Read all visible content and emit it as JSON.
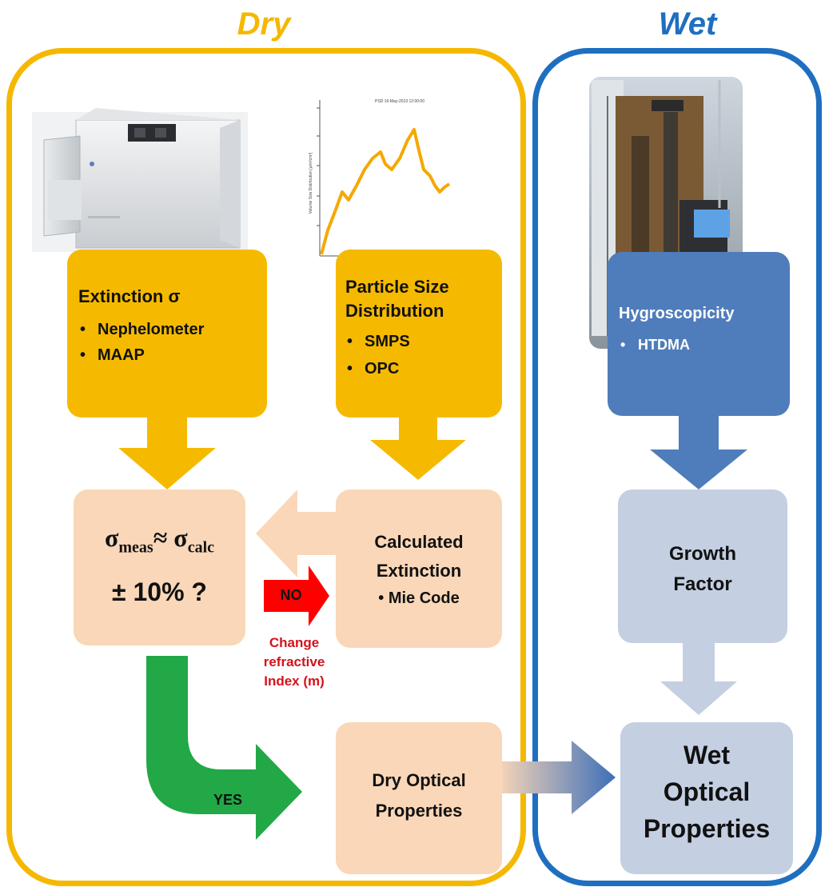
{
  "titles": {
    "dry": "Dry",
    "wet": "Wet"
  },
  "colors": {
    "dry_frame": "#F5B800",
    "wet_frame": "#1F6FC0",
    "dry_box": "#F5BA00",
    "peach_box": "#FAD7B8",
    "wet_box": "#4F7DBB",
    "light_blue_box": "#C4CFE2",
    "yes_arrow": "#22A847",
    "no_arrow": "#FF0000",
    "no_text": "#D4121B"
  },
  "boxes": {
    "extinction": {
      "title": "Extinction σ",
      "items": [
        "Nephelometer",
        "MAAP"
      ]
    },
    "psd": {
      "title_line1": "Particle Size",
      "title_line2": "Distribution",
      "items": [
        "SMPS",
        "OPC"
      ]
    },
    "hygro": {
      "title": "Hygroscopicity",
      "items": [
        "HTDMA"
      ]
    },
    "compare": {
      "sigma_meas": "σ",
      "meas_sub": "meas",
      "approx": "≈ ",
      "sigma_calc": "σ",
      "calc_sub": "calc",
      "tolerance": "± 10% ?"
    },
    "calc_ext": {
      "line1": "Calculated",
      "line2": "Extinction",
      "items": [
        "Mie Code"
      ]
    },
    "growth": {
      "line1": "Growth",
      "line2": "Factor"
    },
    "dry_opt": {
      "line1": "Dry Optical",
      "line2": "Properties"
    },
    "wet_opt": {
      "line1": "Wet",
      "line2": "Optical",
      "line3": "Properties"
    }
  },
  "arrows": {
    "no_label": "NO",
    "yes_label": "YES",
    "change_line1": "Change",
    "change_line2": "refractive",
    "change_line3": "Index (m)"
  },
  "images": {
    "nephelometer": "nephelometer-photo",
    "psd_chart": "size-distribution-chart",
    "htdma": "htdma-photo"
  },
  "psd_chart": {
    "title": "PSD 16-May-2013 12:00:00",
    "ylabel": "Volume Size Distribution [µm³/cm³]"
  }
}
